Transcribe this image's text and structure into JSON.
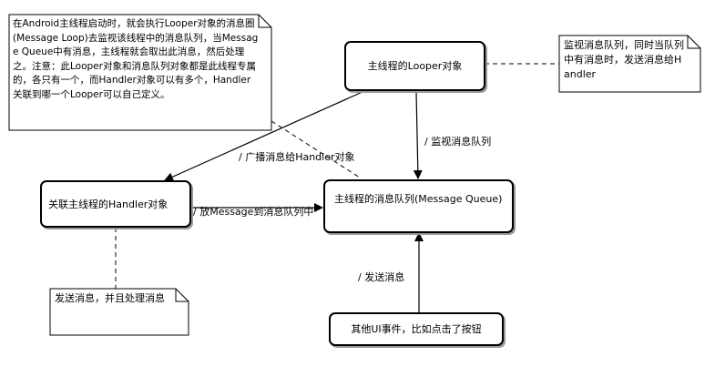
{
  "nodes": {
    "looper": "主线程的Looper对象",
    "handler": "关联主线程的Handler对象",
    "queue": "主线程的消息队列(Message Queue)",
    "ui_event": "其他UI事件，比如点击了按钮"
  },
  "notes": {
    "looper_loop": "在Android主线程启动时，就会执行Looper对象的消息圈(Message Loop)去监视该线程中的消息队列，当Message Queue中有消息，主线程就会取出此消息，然后处理之。注意：此Looper对象和消息队列对象都是此线程专属的，各只有一个，而Handler对象可以有多个，Handler关联到哪一个Looper可以自己定义。",
    "monitor_queue": "监视消息队列，同时当队列中有消息时，发送消息给Handler",
    "handler_duty": "发送消息，并且处理消息"
  },
  "edge_labels": {
    "broadcast": "/ 广播消息给Handler对象",
    "monitor": "/ 监视消息队列",
    "put_message": "/ 放Message到消息队列中",
    "send_message": "/ 发送消息"
  }
}
